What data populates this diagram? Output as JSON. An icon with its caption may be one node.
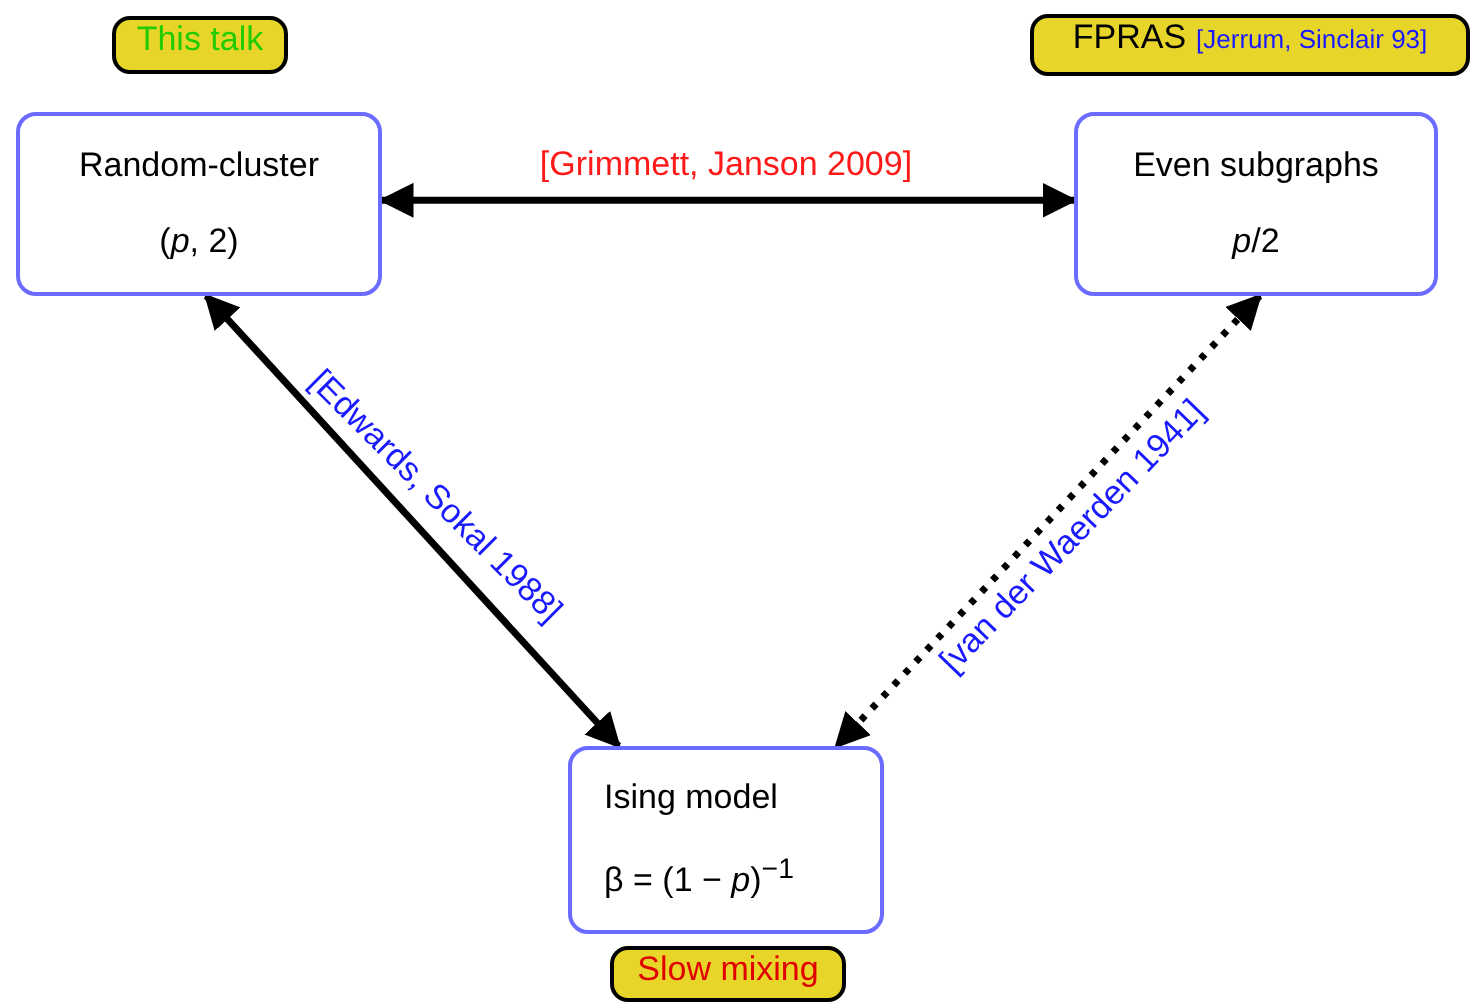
{
  "diagram": {
    "nodes": [
      {
        "text": [
          "Random-cluster",
          "(*p*, 2)"
        ]
      },
      {
        "text": [
          "Even subgraphs",
          "*p*/2"
        ]
      },
      {
        "text": [
          "Ising model",
          "β = (1 − *p*)$^{−1}$"
        ]
      },
      {
        "text": [
          "This talk"
        ]
      },
      {
        "text": [
          "FPRAS",
          "[Jerrum, Sinclair 93]"
        ]
      },
      {
        "text": [
          "Slow mixing"
        ]
      }
    ],
    "edges": [
      {
        "from": 0,
        "to": 1,
        "arrow": "both",
        "label": "[Grimmett, Janson 2009]"
      },
      {
        "from": 0,
        "to": 2,
        "arrow": "both",
        "label": "[Edwards, Sokal 1988]"
      },
      {
        "from": 1,
        "to": 2,
        "arrow": "both",
        "label": "[van der Waerden 1941]",
        "style": "dashed"
      }
    ]
  }
}
